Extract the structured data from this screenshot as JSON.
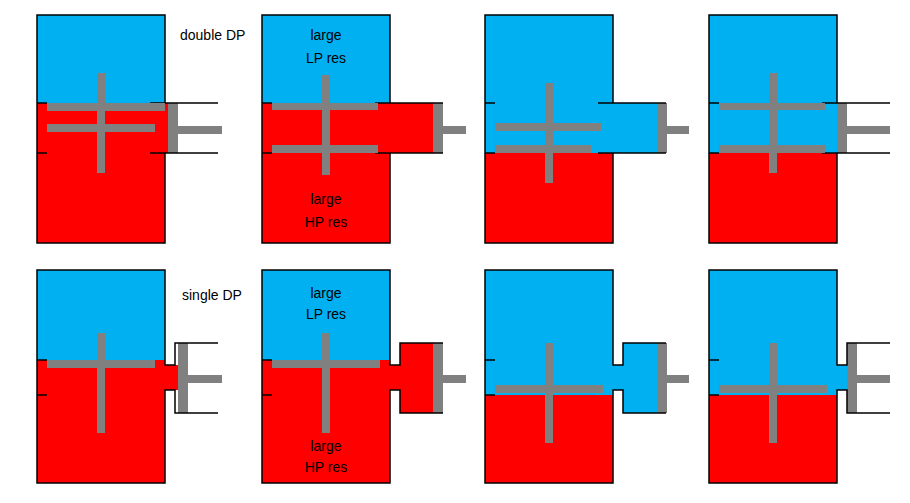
{
  "diagram": {
    "nodes": [
      {
        "text": [
          "large LP res"
        ]
      },
      {
        "text": [
          "large HP res"
        ]
      },
      {
        "text": [
          "large LP res"
        ]
      },
      {
        "text": [
          "large HP res"
        ]
      }
    ],
    "labels": [
      "double DP",
      "single DP"
    ]
  }
}
